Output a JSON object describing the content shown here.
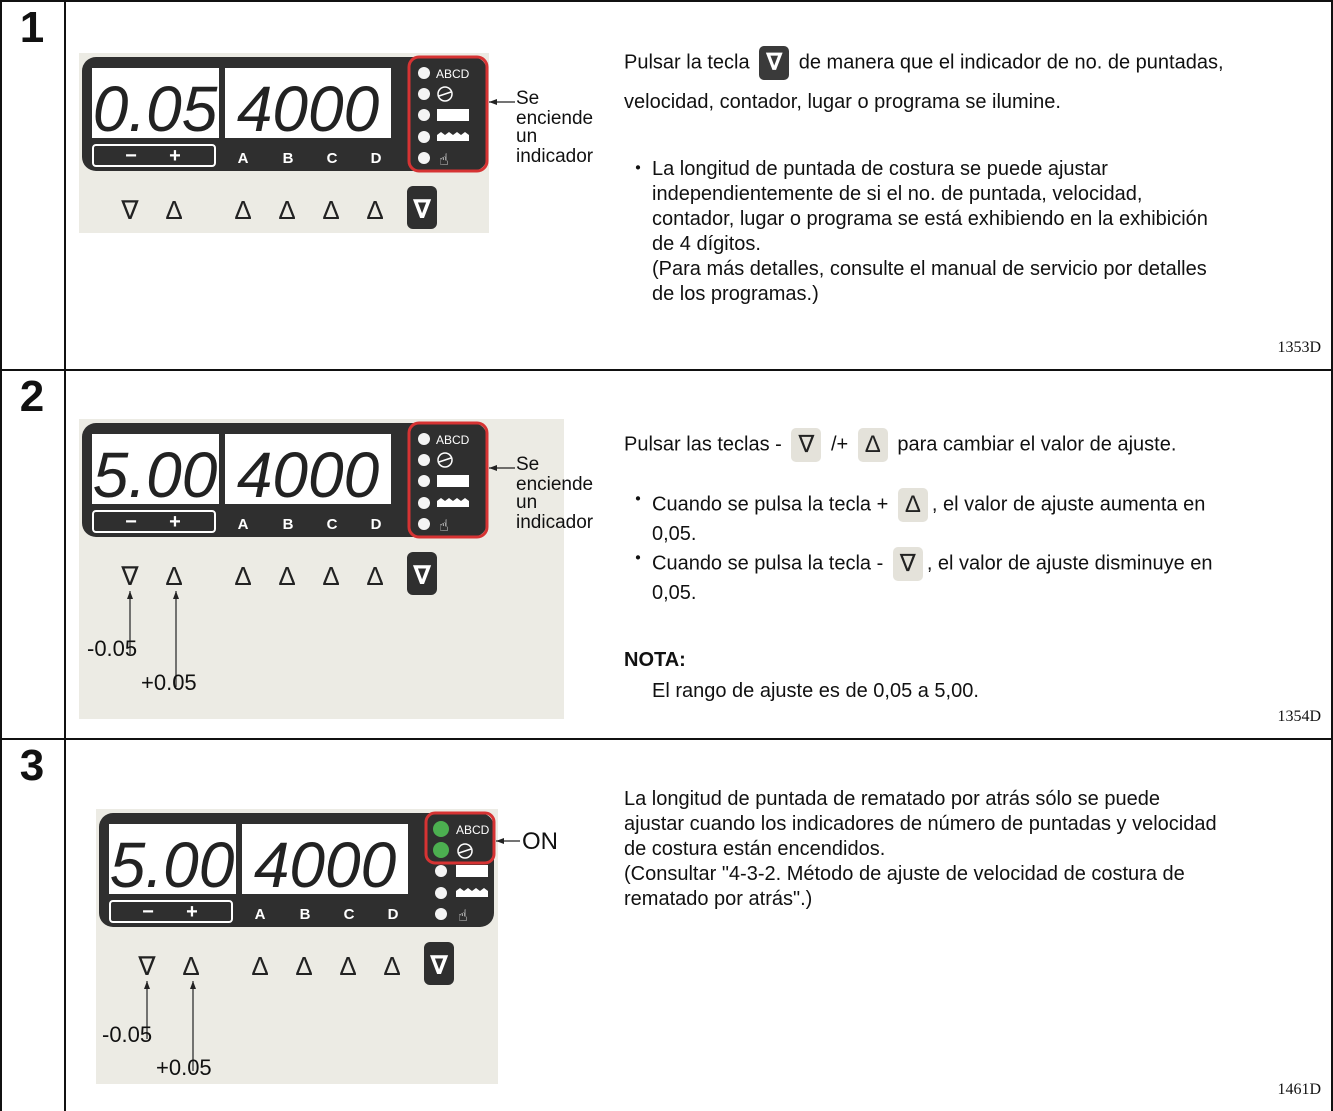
{
  "steps": [
    {
      "number": "1",
      "panel": {
        "left_display": "0.05",
        "right_display": "4000",
        "buttons": [
          "−",
          "+",
          "A",
          "B",
          "C",
          "D"
        ],
        "indicator_icons": [
          "ABCD"
        ],
        "callout": [
          "Se",
          "enciende",
          "un",
          "indicador"
        ]
      },
      "instruction_pre": "Pulsar la tecla",
      "instruction_post": "de manera que el indicador de no. de puntadas,",
      "instruction_line2": "velocidad, contador, lugar o programa se ilumine.",
      "bullet": "・",
      "note_lines": [
        "La longitud de puntada de costura se puede ajustar",
        "independientemente de si el no. de puntada, velocidad,",
        "contador, lugar o programa se está exhibiendo en la exhibición",
        "de 4 dígitos.",
        "(Para más detalles, consulte el manual de servicio por detalles",
        "de los programas.)"
      ],
      "code": "1353D"
    },
    {
      "number": "2",
      "panel": {
        "left_display": "5.00",
        "right_display": "4000",
        "minus_label": "-0.05",
        "plus_label": "+0.05",
        "callout": [
          "Se",
          "enciende",
          "un",
          "indicador"
        ]
      },
      "instruction_pre": "Pulsar las teclas -",
      "instruction_mid": "/+",
      "instruction_post": "para cambiar el valor de ajuste.",
      "b1_pre": "Cuando se pulsa la tecla +",
      "b1_post": ", el valor de ajuste aumenta en",
      "b1_line2": "0,05.",
      "b2_pre": "Cuando se pulsa la tecla -",
      "b2_post": ", el valor de ajuste disminuye en",
      "b2_line2": "0,05.",
      "note_title": "NOTA:",
      "note_text": "El rango de ajuste es de 0,05 a 5,00.",
      "code": "1354D"
    },
    {
      "number": "3",
      "panel": {
        "left_display": "5.00",
        "right_display": "4000",
        "minus_label": "-0.05",
        "plus_label": "+0.05",
        "callout": "ON"
      },
      "lines": [
        "La longitud de puntada de rematado por atrás sólo se puede",
        "ajustar cuando los indicadores de número de puntadas y velocidad",
        "de costura están encendidos.",
        "(Consultar \"4-3-2. Método de ajuste de velocidad de costura de",
        "rematado por atrás\".)"
      ],
      "code": "1461D"
    }
  ],
  "key_symbols": {
    "down": "∇",
    "up": "Δ"
  },
  "colors": {
    "panel_dark": "#2f2f2f",
    "panel_bg": "#ecebe4",
    "highlight": "#d63333",
    "led_on": "#4caf50",
    "led_off": "#f4f4f4"
  }
}
